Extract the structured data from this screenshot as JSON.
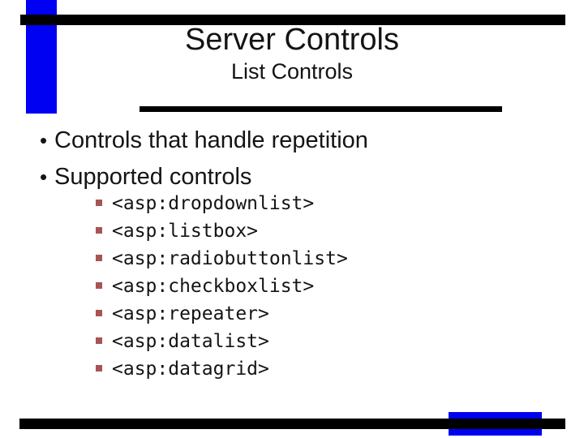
{
  "slide": {
    "title": "Server Controls",
    "subtitle": "List Controls",
    "bullets": [
      "Controls that handle repetition",
      "Supported controls"
    ],
    "sub_bullets": [
      "<asp:dropdownlist>",
      "<asp:listbox>",
      "<asp:radiobuttonlist>",
      "<asp:checkboxlist>",
      "<asp:repeater>",
      "<asp:datalist>",
      "<asp:datagrid>"
    ]
  },
  "icons": {
    "bullet_dot": "•"
  },
  "colors": {
    "background": "#ffffff",
    "accent_blue": "#0000f2",
    "bar_black": "#000000",
    "title_text": "#151313",
    "body_text": "#141414",
    "sub_bullet_marker": "#a85454"
  }
}
